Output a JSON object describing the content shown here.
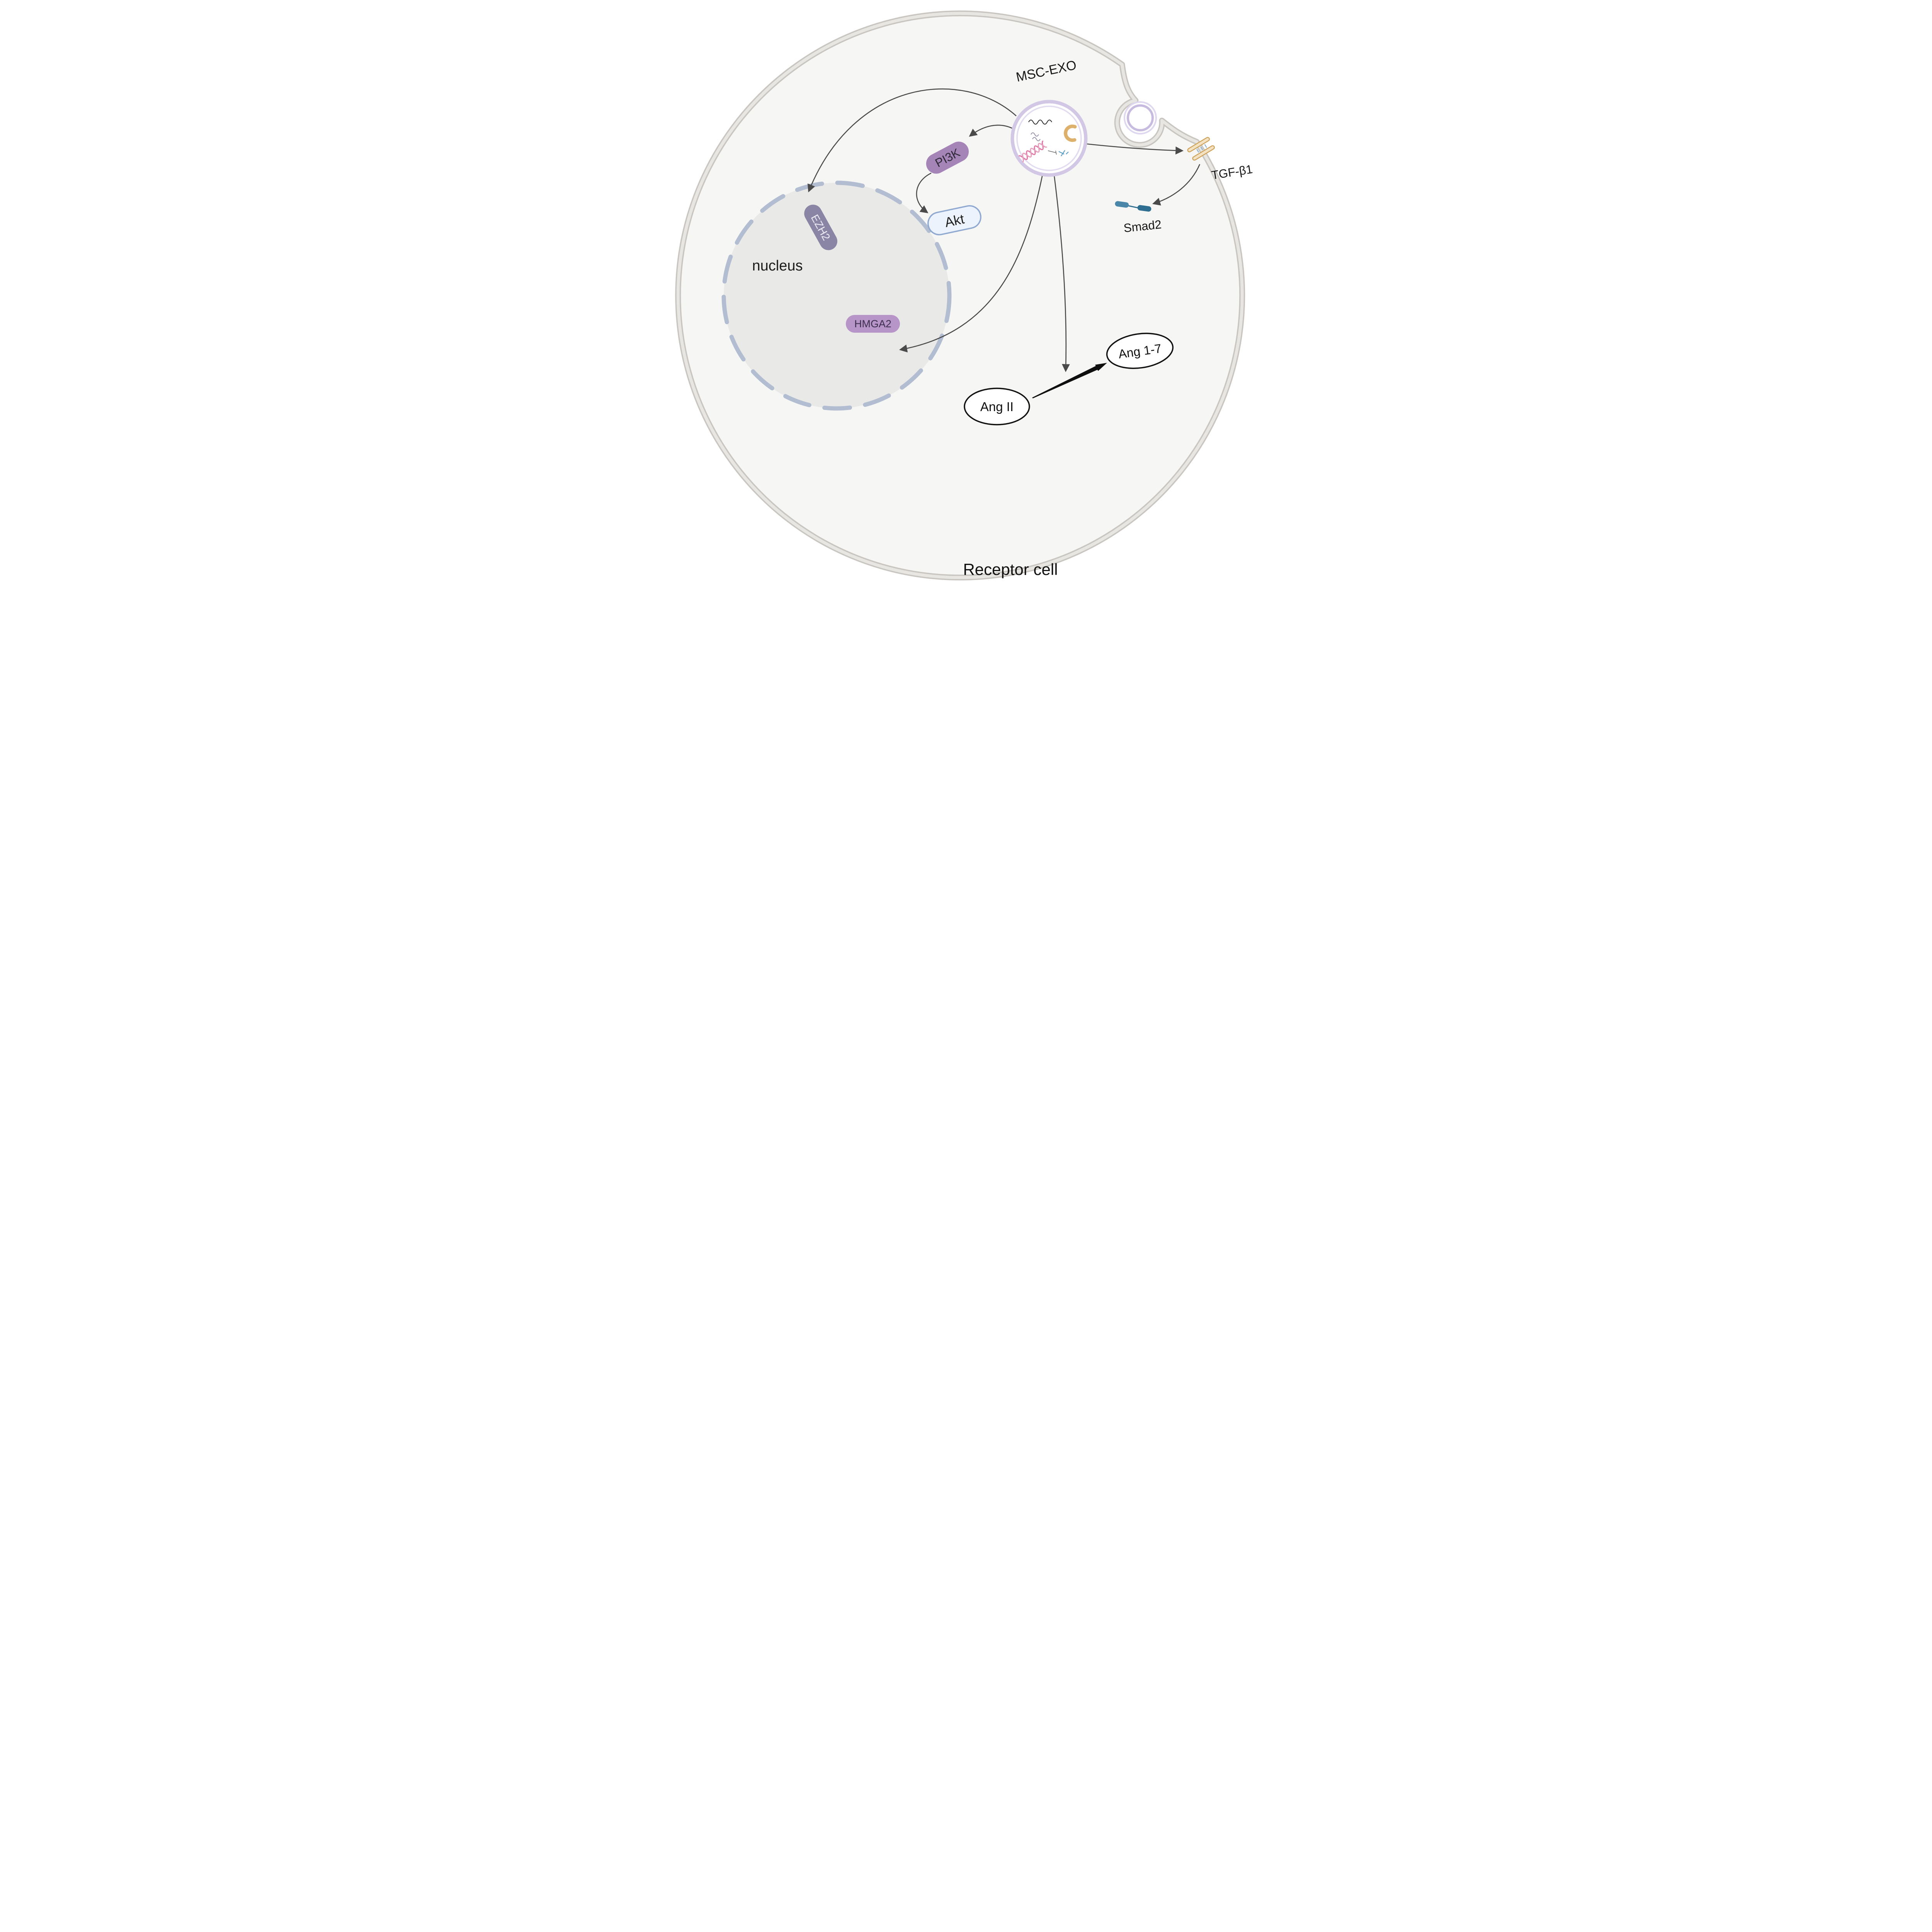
{
  "labels": {
    "msc_exo": "MSC-EXO",
    "pi3k": "PI3K",
    "akt": "Akt",
    "ezh2": "EZH2",
    "hmga2": "HMGA2",
    "nucleus": "nucleus",
    "tgf_b1": "TGF-β1",
    "smad2": "Smad2",
    "ang_ii": "Ang II",
    "ang_1_7": "Ang 1-7",
    "receptor_cell": "Receptor cell"
  },
  "colors": {
    "cell_fill": "#f6f6f4",
    "membrane_outer": "#c9c5c0",
    "membrane_inner": "#e8e6e2",
    "nucleus_fill": "#e9e9e8",
    "nucleus_border": "#b3bdd2",
    "exosome_ring": "#d2c7e5",
    "exosome_ring_inner": "#e3dcf1",
    "pi3k": "#a584b8",
    "akt_fill": "#edf3fc",
    "akt_border": "#8fa9d0",
    "ezh2": "#8a85a5",
    "hmga2": "#b795c8",
    "arrow": "#4a4a4a",
    "thick_arrow": "#0f0f0f",
    "receptor_gold": "#cfa45f",
    "smad_blue": "#2e6f91",
    "dna_pink": "#e07aa8",
    "crescent_gold": "#ddb06b",
    "ellipse_stroke": "#111111"
  },
  "edges": [
    {
      "from": "MSC-EXO",
      "to": "EZH2"
    },
    {
      "from": "MSC-EXO",
      "to": "PI3K"
    },
    {
      "from": "PI3K",
      "to": "Akt"
    },
    {
      "from": "MSC-EXO",
      "to": "TGF-β1"
    },
    {
      "from": "TGF-β1",
      "to": "Smad2"
    },
    {
      "from": "MSC-EXO",
      "to": "nucleus"
    },
    {
      "from": "MSC-EXO",
      "to": "Ang II / Ang 1-7 conversion"
    },
    {
      "from": "Ang II",
      "to": "Ang 1-7"
    }
  ]
}
